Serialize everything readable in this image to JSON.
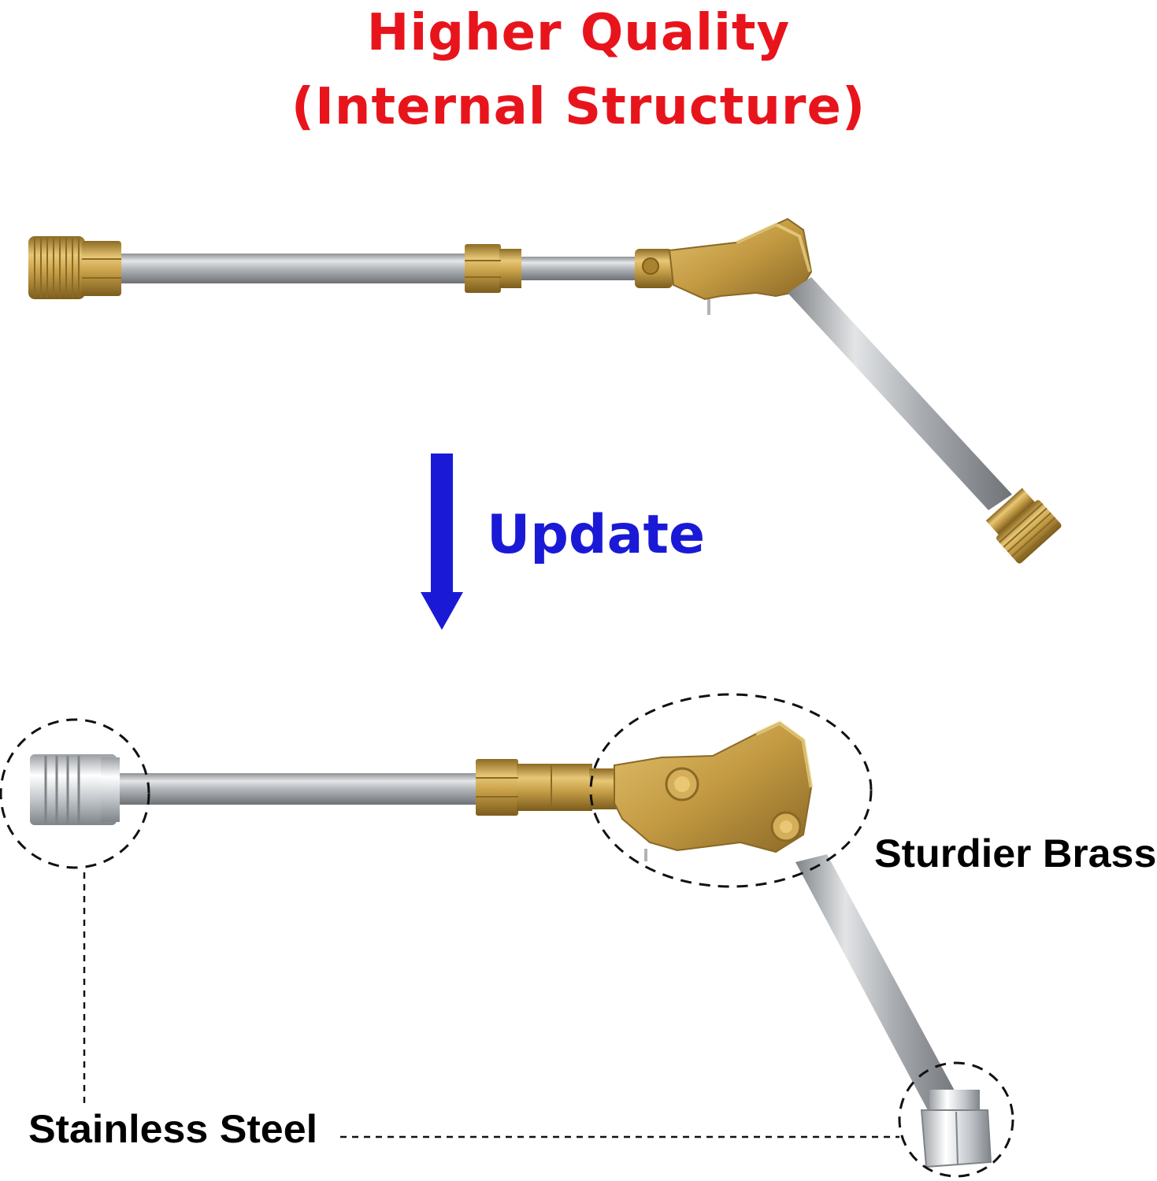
{
  "headline": {
    "line1": "Higher Quality",
    "line2": "(Internal Structure)",
    "color": "#e8141c"
  },
  "transition": {
    "label": "Update",
    "color": "#1a1ad6",
    "arrow_icon": "down-arrow-icon"
  },
  "callouts": {
    "brass": "Sturdier Brass",
    "steel": "Stainless Steel",
    "color": "#000000"
  },
  "colors": {
    "brass": "#c9a24a",
    "steel": "#b8bcc0",
    "chrome": "#dfe2e5"
  }
}
